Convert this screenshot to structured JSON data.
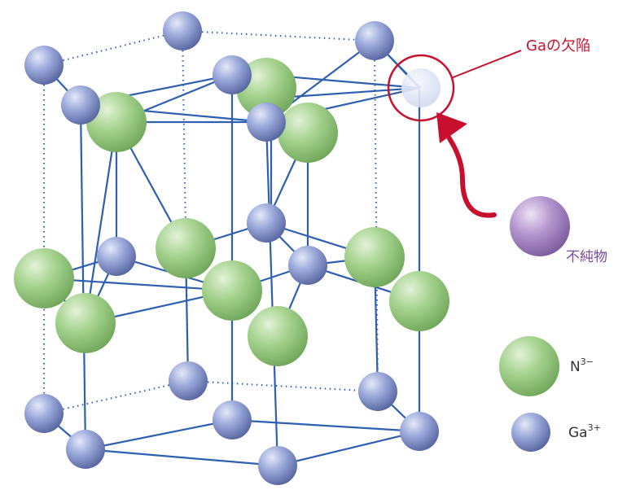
{
  "annotation": {
    "vacancy_label": "Gaの欠陥",
    "vacancy_color": "#c8102e",
    "arrow_color": "#c8102e"
  },
  "impurity": {
    "label": "不純物",
    "label_color": "#7a4a9c"
  },
  "legend": {
    "nitrogen_label": "N",
    "nitrogen_charge": "3−",
    "gallium_label": "Ga",
    "gallium_charge": "3+"
  },
  "colors": {
    "bond": "#2e5fb0",
    "gallium": "#7f90cc",
    "nitrogen": "#8cc47a",
    "impurity": "#9b78bd"
  }
}
